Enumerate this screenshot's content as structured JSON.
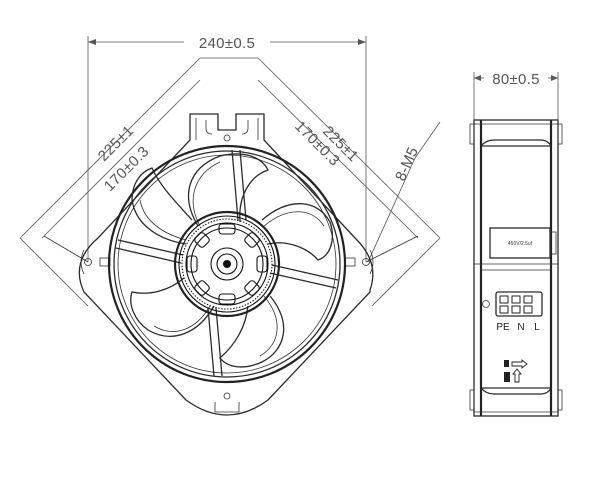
{
  "dimensions": {
    "overall_width": "240±0.5",
    "depth": "80±0.5",
    "diagonal_outer_left": "225±1",
    "diagonal_inner_left": "170±0.3",
    "diagonal_outer_right": "225±1",
    "diagonal_inner_right": "170±0.3",
    "mounting_holes": "8-M5"
  },
  "side_view": {
    "capacitor_label": "450V/2.5uf",
    "terminals": [
      "PE",
      "N",
      "L"
    ]
  },
  "icons": [
    "airflow-arrow-icon",
    "rotation-arrow-icon"
  ]
}
